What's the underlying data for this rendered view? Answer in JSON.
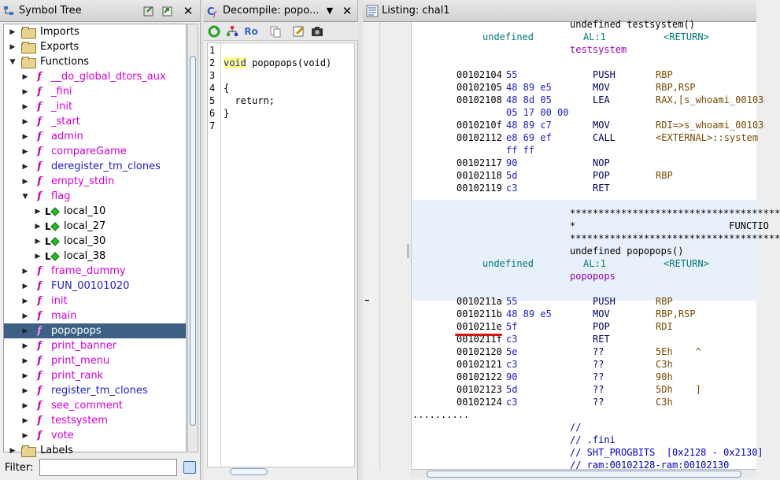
{
  "symbol_tree": {
    "title": "Symbol Tree",
    "filter_label": "Filter:",
    "filter_value": "",
    "items": [
      {
        "label": "Imports",
        "kind": "folder",
        "color": "black",
        "indent": 0,
        "expanded": false
      },
      {
        "label": "Exports",
        "kind": "folder",
        "color": "black",
        "indent": 0,
        "expanded": false
      },
      {
        "label": "Functions",
        "kind": "folder",
        "color": "black",
        "indent": 0,
        "expanded": true
      },
      {
        "label": "__do_global_dtors_aux",
        "kind": "func",
        "color": "magenta",
        "indent": 1,
        "expanded": false
      },
      {
        "label": "_fini",
        "kind": "func",
        "color": "magenta",
        "indent": 1,
        "expanded": false
      },
      {
        "label": "_init",
        "kind": "func",
        "color": "magenta",
        "indent": 1,
        "expanded": false
      },
      {
        "label": "_start",
        "kind": "func",
        "color": "magenta",
        "indent": 1,
        "expanded": false
      },
      {
        "label": "admin",
        "kind": "func",
        "color": "magenta",
        "indent": 1,
        "expanded": false
      },
      {
        "label": "compareGame",
        "kind": "func",
        "color": "magenta",
        "indent": 1,
        "expanded": false
      },
      {
        "label": "deregister_tm_clones",
        "kind": "func",
        "color": "blue",
        "indent": 1,
        "expanded": false
      },
      {
        "label": "empty_stdin",
        "kind": "func",
        "color": "magenta",
        "indent": 1,
        "expanded": false
      },
      {
        "label": "flag",
        "kind": "func",
        "color": "magenta",
        "indent": 1,
        "expanded": true
      },
      {
        "label": "local_10",
        "kind": "local",
        "color": "black",
        "indent": 2,
        "expanded": false
      },
      {
        "label": "local_27",
        "kind": "local",
        "color": "black",
        "indent": 2,
        "expanded": false
      },
      {
        "label": "local_30",
        "kind": "local",
        "color": "black",
        "indent": 2,
        "expanded": false
      },
      {
        "label": "local_38",
        "kind": "local",
        "color": "black",
        "indent": 2,
        "expanded": false
      },
      {
        "label": "frame_dummy",
        "kind": "func",
        "color": "magenta",
        "indent": 1,
        "expanded": false
      },
      {
        "label": "FUN_00101020",
        "kind": "func",
        "color": "blue",
        "indent": 1,
        "expanded": false
      },
      {
        "label": "init",
        "kind": "func",
        "color": "magenta",
        "indent": 1,
        "expanded": false
      },
      {
        "label": "main",
        "kind": "func",
        "color": "magenta",
        "indent": 1,
        "expanded": false
      },
      {
        "label": "popopops",
        "kind": "func",
        "color": "black",
        "indent": 1,
        "expanded": false,
        "selected": true
      },
      {
        "label": "print_banner",
        "kind": "func",
        "color": "magenta",
        "indent": 1,
        "expanded": false
      },
      {
        "label": "print_menu",
        "kind": "func",
        "color": "magenta",
        "indent": 1,
        "expanded": false
      },
      {
        "label": "print_rank",
        "kind": "func",
        "color": "magenta",
        "indent": 1,
        "expanded": false
      },
      {
        "label": "register_tm_clones",
        "kind": "func",
        "color": "blue",
        "indent": 1,
        "expanded": false
      },
      {
        "label": "see_comment",
        "kind": "func",
        "color": "magenta",
        "indent": 1,
        "expanded": false
      },
      {
        "label": "testsystem",
        "kind": "func",
        "color": "magenta",
        "indent": 1,
        "expanded": false
      },
      {
        "label": "vote",
        "kind": "func",
        "color": "magenta",
        "indent": 1,
        "expanded": false
      },
      {
        "label": "Labels",
        "kind": "folder",
        "color": "black",
        "indent": 0,
        "expanded": false
      }
    ]
  },
  "decompile": {
    "title": "Decompile: popo...",
    "toolbar_ro": "Ro",
    "line_numbers": [
      "1",
      "2",
      "3",
      "4",
      "5",
      "6",
      "7"
    ],
    "lines": [
      {
        "kw": "",
        "rest": ""
      },
      {
        "kw": "void",
        "rest": " popopops(void)"
      },
      {
        "kw": "",
        "rest": ""
      },
      {
        "kw": "",
        "rest": "{"
      },
      {
        "kw": "",
        "rest": "  return;"
      },
      {
        "kw": "",
        "rest": "}"
      },
      {
        "kw": "",
        "rest": ""
      }
    ]
  },
  "listing": {
    "title": "Listing:  chal1",
    "rows": [
      {
        "type": "raw",
        "col": 200,
        "text": "undefined testsystem()",
        "cls": "black"
      },
      {
        "type": "sig",
        "a": "undefined",
        "b": "AL:1",
        "c": "<RETURN>"
      },
      {
        "type": "raw",
        "col": 200,
        "text": "testsystem",
        "cls": "purple"
      },
      {
        "type": "blank"
      },
      {
        "type": "ins",
        "addr": "00102104",
        "bytes": "55",
        "mnem": "PUSH",
        "oper": "RBP"
      },
      {
        "type": "ins",
        "addr": "00102105",
        "bytes": "48 89 e5",
        "mnem": "MOV",
        "oper": "RBP,RSP"
      },
      {
        "type": "ins",
        "addr": "00102108",
        "bytes": "48 8d 05",
        "mnem": "LEA",
        "oper": "RAX,[s_whoami_00103"
      },
      {
        "type": "cont",
        "bytes": "05 17 00 00"
      },
      {
        "type": "ins",
        "addr": "0010210f",
        "bytes": "48 89 c7",
        "mnem": "MOV",
        "oper": "RDI=>s_whoami_00103"
      },
      {
        "type": "ins",
        "addr": "00102112",
        "bytes": "e8 69 ef",
        "mnem": "CALL",
        "oper": "<EXTERNAL>::system"
      },
      {
        "type": "cont",
        "bytes": "ff ff"
      },
      {
        "type": "ins",
        "addr": "00102117",
        "bytes": "90",
        "mnem": "NOP",
        "oper": ""
      },
      {
        "type": "ins",
        "addr": "00102118",
        "bytes": "5d",
        "mnem": "POP",
        "oper": "RBP"
      },
      {
        "type": "ins",
        "addr": "00102119",
        "bytes": "c3",
        "mnem": "RET",
        "oper": ""
      },
      {
        "type": "blank"
      },
      {
        "type": "raw",
        "col": 200,
        "text": "*************************************",
        "cls": "black"
      },
      {
        "type": "raw",
        "col": 200,
        "text": "*                           FUNCTIO",
        "cls": "black"
      },
      {
        "type": "raw",
        "col": 200,
        "text": "*************************************",
        "cls": "black"
      },
      {
        "type": "raw",
        "col": 200,
        "text": "undefined popopops()",
        "cls": "black"
      },
      {
        "type": "sig",
        "a": "undefined",
        "b": "AL:1",
        "c": "<RETURN>"
      },
      {
        "type": "raw",
        "col": 200,
        "text": "popopops",
        "cls": "purple"
      },
      {
        "type": "blank"
      },
      {
        "type": "ins",
        "addr": "0010211a",
        "bytes": "55",
        "mnem": "PUSH",
        "oper": "RBP"
      },
      {
        "type": "ins",
        "addr": "0010211b",
        "bytes": "48 89 e5",
        "mnem": "MOV",
        "oper": "RBP,RSP"
      },
      {
        "type": "ins",
        "addr": "0010211e",
        "bytes": "5f",
        "mnem": "POP",
        "oper": "RDI"
      },
      {
        "type": "ins",
        "addr": "0010211f",
        "bytes": "c3",
        "mnem": "RET",
        "oper": ""
      },
      {
        "type": "ins",
        "addr": "00102120",
        "bytes": "5e",
        "mnem": "??",
        "oper": "5Eh    ^"
      },
      {
        "type": "ins",
        "addr": "00102121",
        "bytes": "c3",
        "mnem": "??",
        "oper": "C3h"
      },
      {
        "type": "ins",
        "addr": "00102122",
        "bytes": "90",
        "mnem": "??",
        "oper": "90h"
      },
      {
        "type": "ins",
        "addr": "00102123",
        "bytes": "5d",
        "mnem": "??",
        "oper": "5Dh    ]"
      },
      {
        "type": "ins",
        "addr": "00102124",
        "bytes": "c3",
        "mnem": "??",
        "oper": "C3h"
      },
      {
        "type": "raw",
        "col": 0,
        "text": "..........",
        "cls": "black"
      },
      {
        "type": "raw",
        "col": 200,
        "text": "//",
        "cls": "lblue"
      },
      {
        "type": "raw",
        "col": 200,
        "text": "// .fini",
        "cls": "lblue"
      },
      {
        "type": "raw",
        "col": 200,
        "text": "// SHT_PROGBITS  [0x2128 - 0x2130]",
        "cls": "lblue"
      },
      {
        "type": "raw",
        "col": 200,
        "text": "// ram:00102128-ram:00102130",
        "cls": "lblue"
      }
    ]
  },
  "colors": {
    "selection": "#3d6185",
    "func_magenta": "#d400d4",
    "func_blue": "#2020c8",
    "highlight_band": "#e8f1fb",
    "annotation_red": "#dd1010"
  }
}
